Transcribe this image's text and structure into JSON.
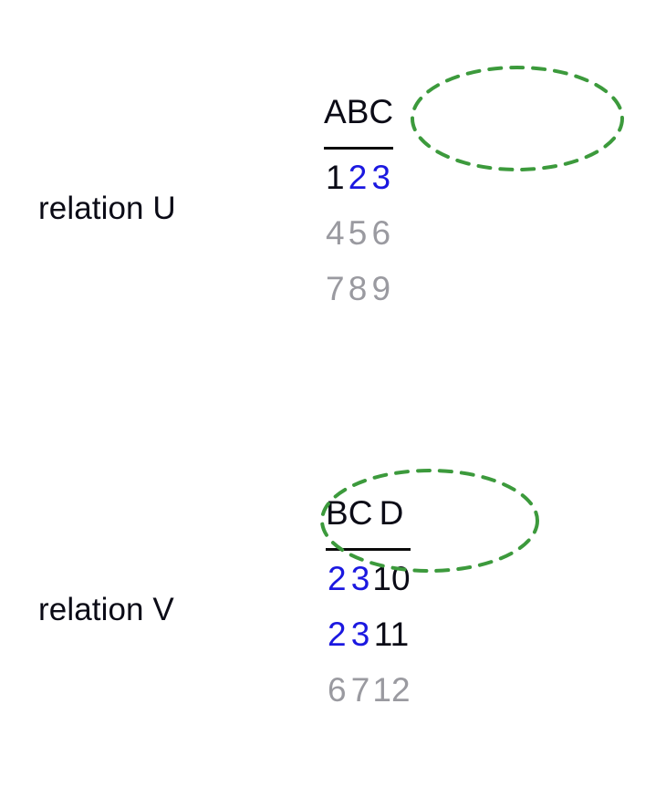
{
  "page": {
    "background_color": "#ffffff",
    "title": "Relational tables U and V with highlighted common attributes"
  },
  "colors": {
    "text_black": "#0b0b16",
    "value_blue": "#1b18e0",
    "value_gray": "#9a9aa0",
    "highlight_green": "#3c9a3c",
    "rule_black": "#0a0a0a"
  },
  "relations": [
    {
      "id": "u",
      "label": "relation U",
      "columns": [
        "A",
        "B",
        "C"
      ],
      "rows": [
        {
          "cells": [
            {
              "value": "1",
              "color": "black"
            },
            {
              "value": "2",
              "color": "blue"
            },
            {
              "value": "3",
              "color": "blue"
            }
          ]
        },
        {
          "cells": [
            {
              "value": "4",
              "color": "gray"
            },
            {
              "value": "5",
              "color": "gray"
            },
            {
              "value": "6",
              "color": "gray"
            }
          ]
        },
        {
          "cells": [
            {
              "value": "7",
              "color": "gray"
            },
            {
              "value": "8",
              "color": "gray"
            },
            {
              "value": "9",
              "color": "gray"
            }
          ]
        }
      ],
      "highlight": {
        "shape": "ellipse",
        "style": "dashed",
        "color": "#3c9a3c",
        "covers_columns": [
          "B",
          "C"
        ]
      }
    },
    {
      "id": "v",
      "label": "relation V",
      "columns": [
        "B",
        "C",
        "D"
      ],
      "rows": [
        {
          "cells": [
            {
              "value": "2",
              "color": "blue"
            },
            {
              "value": "3",
              "color": "blue"
            },
            {
              "value": "10",
              "color": "black"
            }
          ]
        },
        {
          "cells": [
            {
              "value": "2",
              "color": "blue"
            },
            {
              "value": "3",
              "color": "blue"
            },
            {
              "value": "11",
              "color": "black"
            }
          ]
        },
        {
          "cells": [
            {
              "value": "6",
              "color": "gray"
            },
            {
              "value": "7",
              "color": "gray"
            },
            {
              "value": "12",
              "color": "gray"
            }
          ]
        }
      ],
      "highlight": {
        "shape": "ellipse",
        "style": "dashed",
        "color": "#3c9a3c",
        "covers_columns": [
          "B",
          "C"
        ]
      }
    }
  ]
}
